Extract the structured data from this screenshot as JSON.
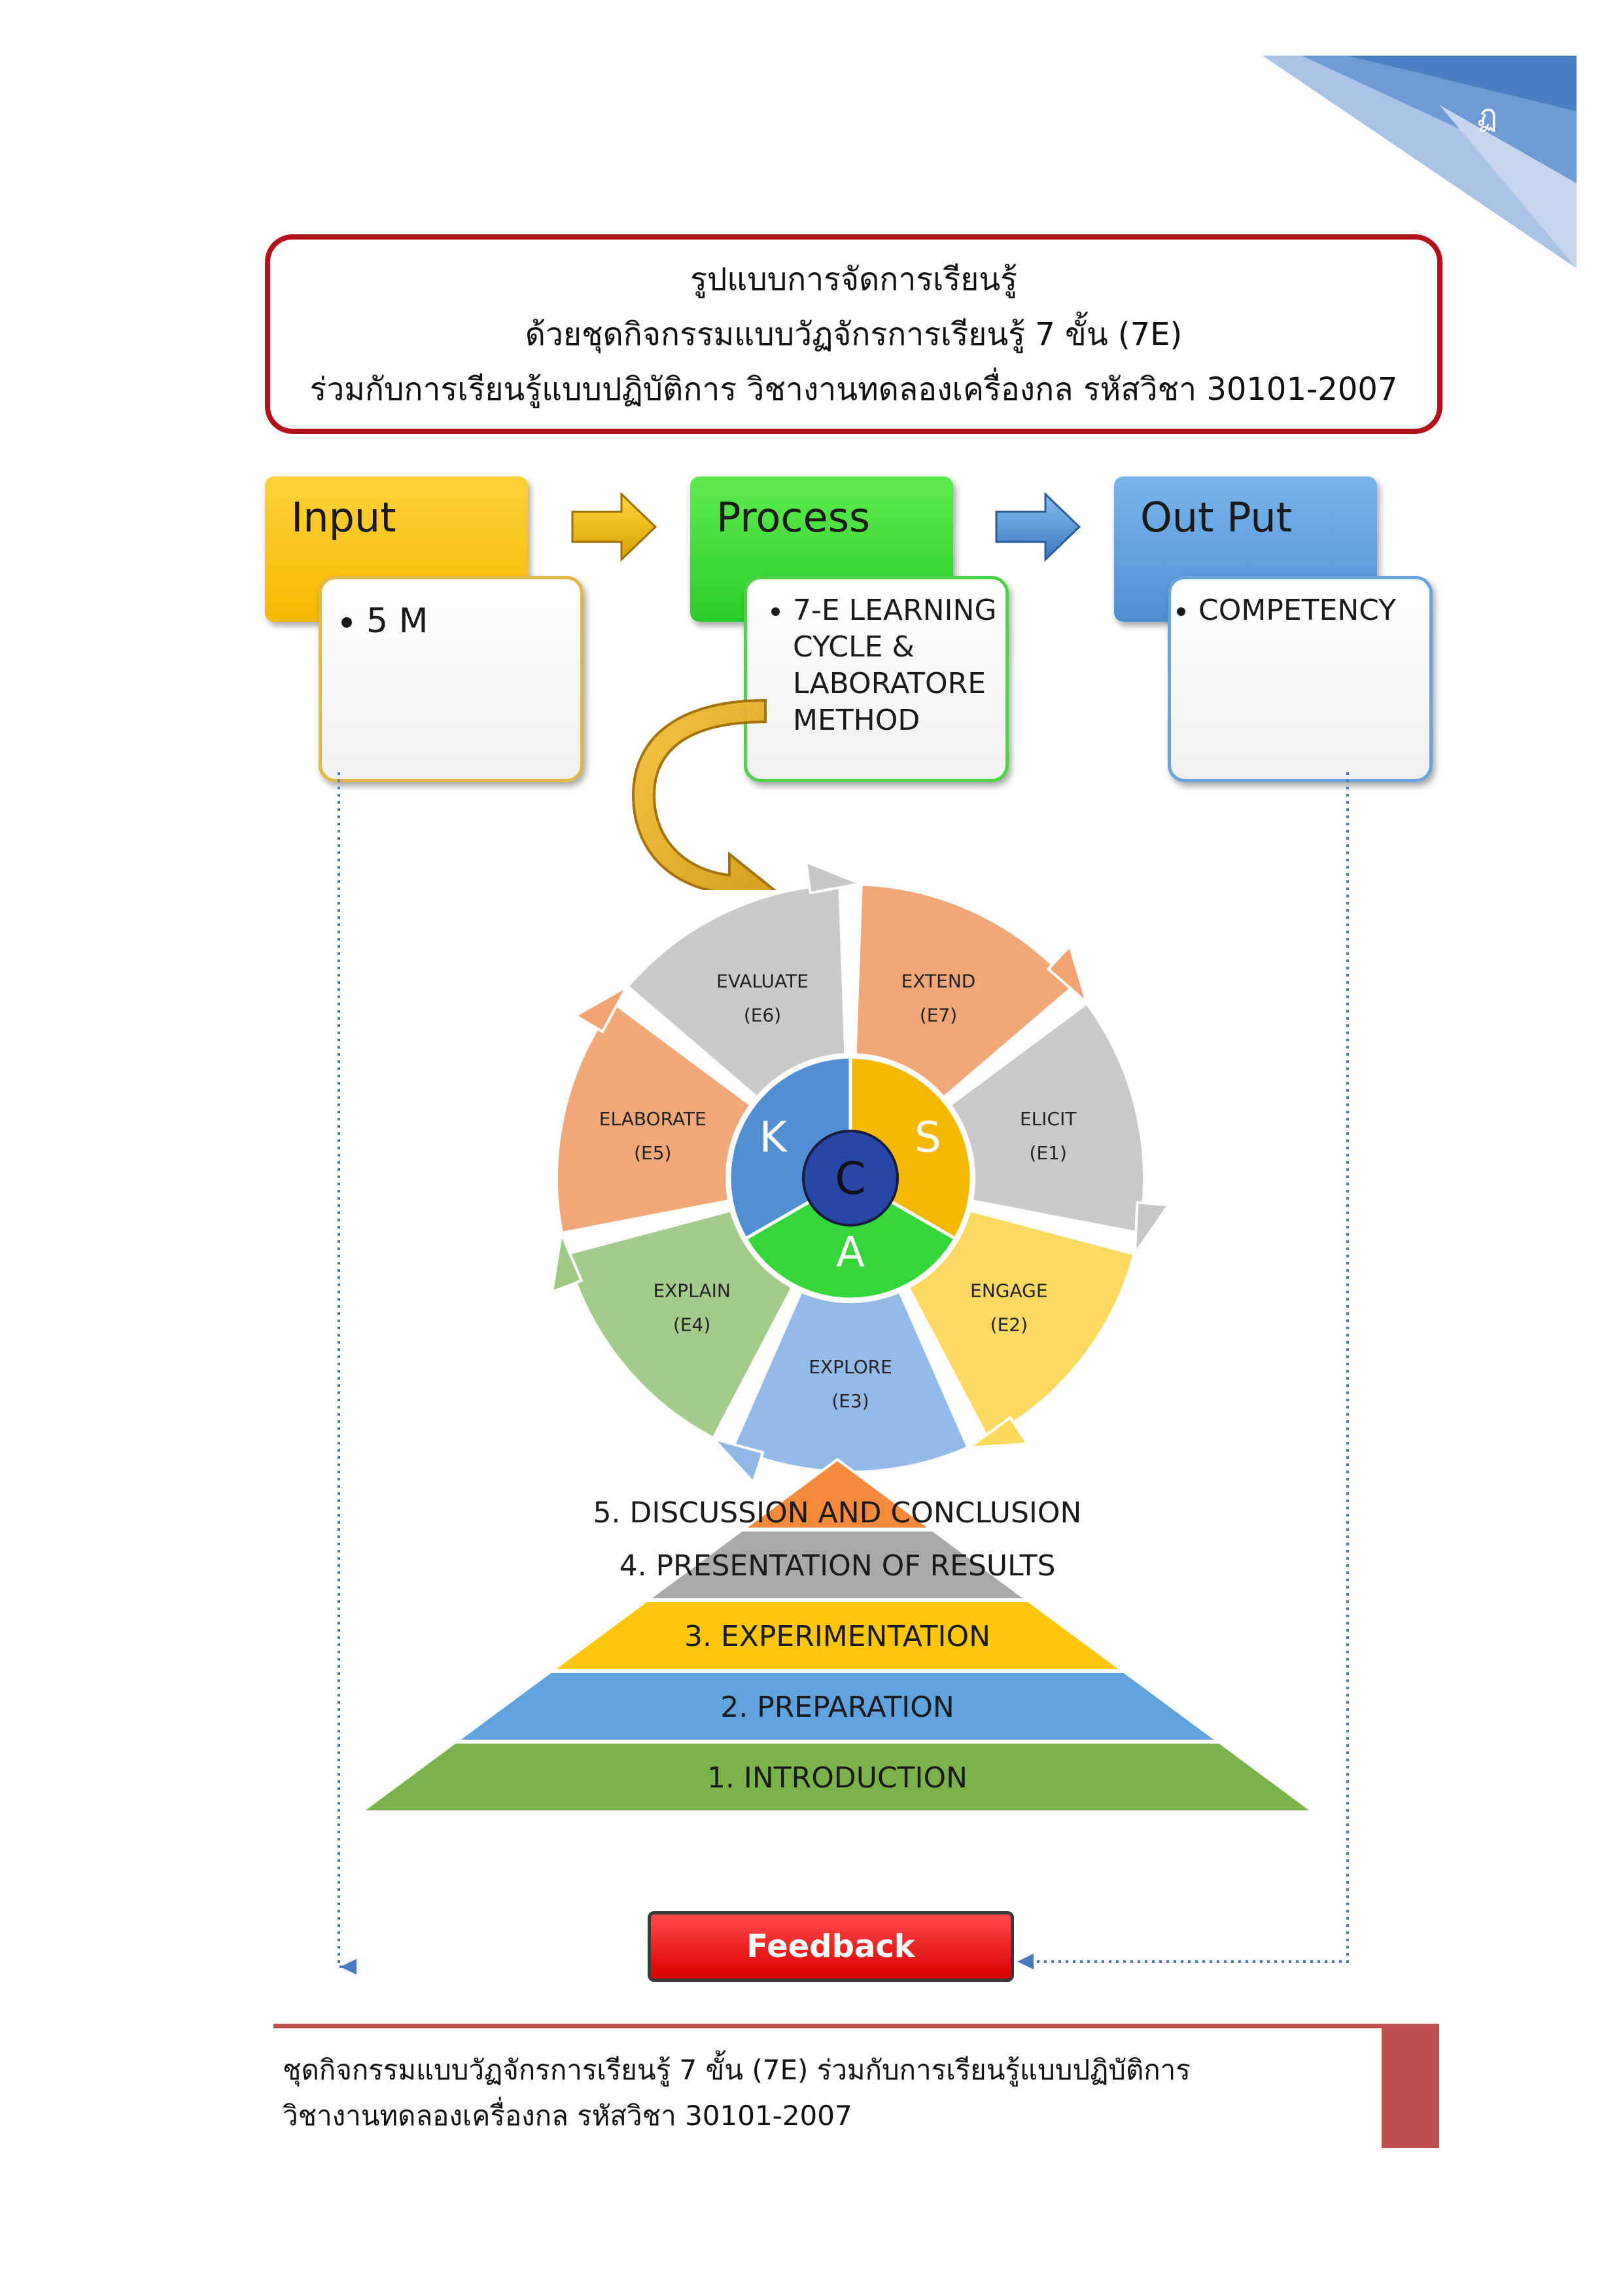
{
  "page_number": "ฏ",
  "title": {
    "line1": "รูปแบบการจัดการเรียนรู้",
    "line2": "ด้วยชุดกิจกรรมแบบวัฏจักรการเรียนรู้ 7 ขั้น (7E)",
    "line3": "ร่วมกับการเรียนรู้แบบปฏิบัติการ วิชางานทดลองเครื่องกล รหัสวิชา 30101-2007"
  },
  "ipo": {
    "input": {
      "label": "Input",
      "item": "5 M"
    },
    "process": {
      "label": "Process",
      "item_lines": [
        "7-E LEARNING",
        "CYCLE &",
        "LABORATORE",
        "METHOD"
      ]
    },
    "output": {
      "label": "Out Put",
      "item": "COMPETENCY"
    }
  },
  "cycle": {
    "segments": [
      {
        "name": "EVALUATE",
        "code": "(E6)",
        "color": "#c8c8c8"
      },
      {
        "name": "EXTEND",
        "code": "(E7)",
        "color": "#f0a472"
      },
      {
        "name": "ELICIT",
        "code": "(E1)",
        "color": "#c8c8c8"
      },
      {
        "name": "ENGAGE",
        "code": "(E2)",
        "color": "#ffd95a"
      },
      {
        "name": "EXPLORE",
        "code": "(E3)",
        "color": "#8fb8e6"
      },
      {
        "name": "EXPLAIN",
        "code": "(E4)",
        "color": "#9fc985"
      },
      {
        "name": "ELABORATE",
        "code": "(E5)",
        "color": "#f0a472"
      }
    ],
    "core": {
      "k": "K",
      "s": "S",
      "a": "A",
      "c": "C"
    }
  },
  "pyramid": {
    "levels": [
      {
        "label": "5. DISCUSSION AND CONCLUSION",
        "color": "#f58a3c"
      },
      {
        "label": "4. PRESENTATION OF RESULTS",
        "color": "#a9a9a9"
      },
      {
        "label": "3. EXPERIMENTATION",
        "color": "#ffc60a"
      },
      {
        "label": "2. PREPARATION",
        "color": "#5ea3de"
      },
      {
        "label": "1. INTRODUCTION",
        "color": "#79b34a"
      }
    ]
  },
  "feedback": {
    "label": "Feedback"
  },
  "footer": {
    "line1": "ชุดกิจกรรมแบบวัฏจักรการเรียนรู้ 7 ขั้น (7E) ร่วมกับการเรียนรู้แบบปฏิบัติการ",
    "line2": "วิชางานทดลองเครื่องกล รหัสวิชา 30101-2007"
  }
}
